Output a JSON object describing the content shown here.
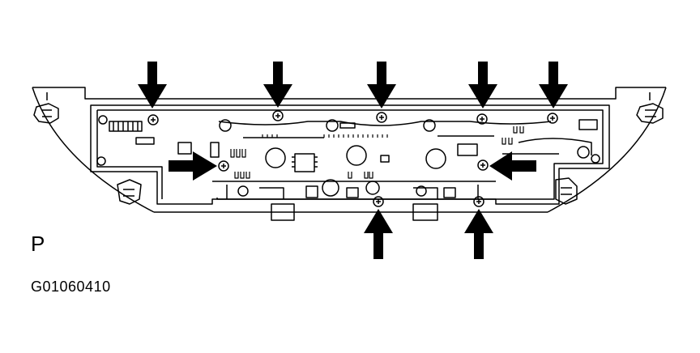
{
  "figure": {
    "panel_letter": "P",
    "figure_code": "G01060410"
  },
  "colors": {
    "line": "#000000",
    "background": "#ffffff"
  },
  "callouts": {
    "arrow_count": 9,
    "arrow_directions": [
      "down",
      "down",
      "down",
      "down",
      "down",
      "right",
      "left",
      "up",
      "up"
    ]
  }
}
